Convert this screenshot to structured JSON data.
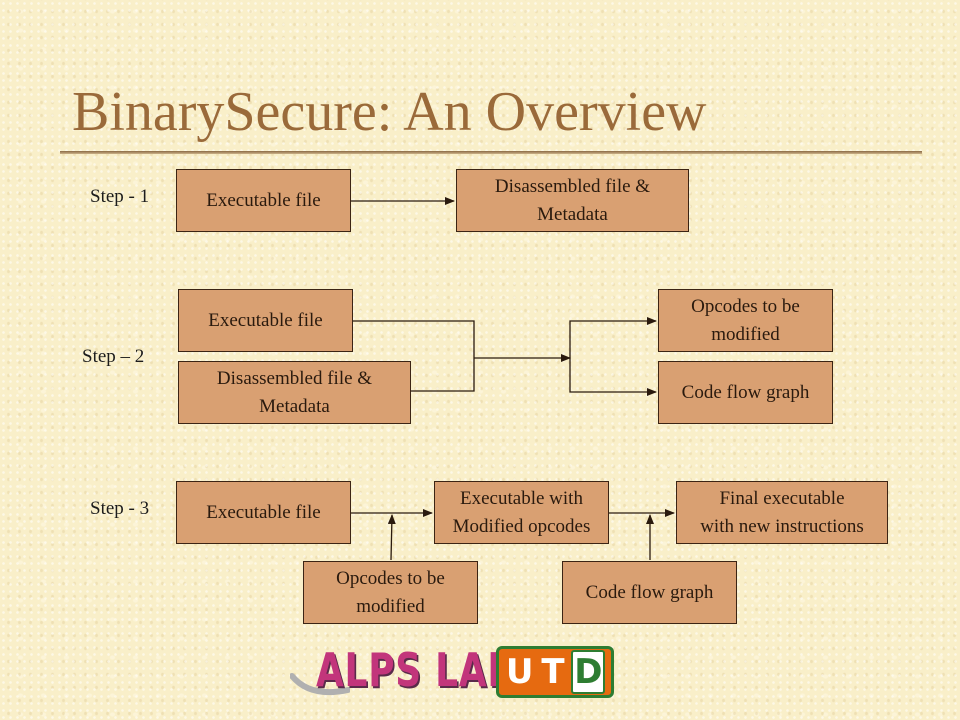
{
  "slide": {
    "title": "BinarySecure: An Overview"
  },
  "steps": {
    "step1": {
      "label": "Step - 1"
    },
    "step2": {
      "label": "Step – 2"
    },
    "step3": {
      "label": "Step - 3"
    }
  },
  "boxes": {
    "s1_executable": "Executable file",
    "s1_disassembled": "Disassembled file &\nMetadata",
    "s2_executable": "Executable file",
    "s2_disassembled": "Disassembled file &\nMetadata",
    "s2_opcodes": "Opcodes to be\nmodified",
    "s2_codeflow": "Code flow graph",
    "s3_executable": "Executable file",
    "s3_modified": "Executable with\nModified opcodes",
    "s3_final": "Final executable\nwith new instructions",
    "s3_opcodes": "Opcodes to be\nmodified",
    "s3_codeflow": "Code flow graph"
  },
  "logo": {
    "main": "ALPS LAB @",
    "letters": [
      "U",
      "T",
      "D"
    ]
  },
  "colors": {
    "box_fill": "#d9a072",
    "title": "#9a6a3a",
    "background": "#f9efc9"
  }
}
